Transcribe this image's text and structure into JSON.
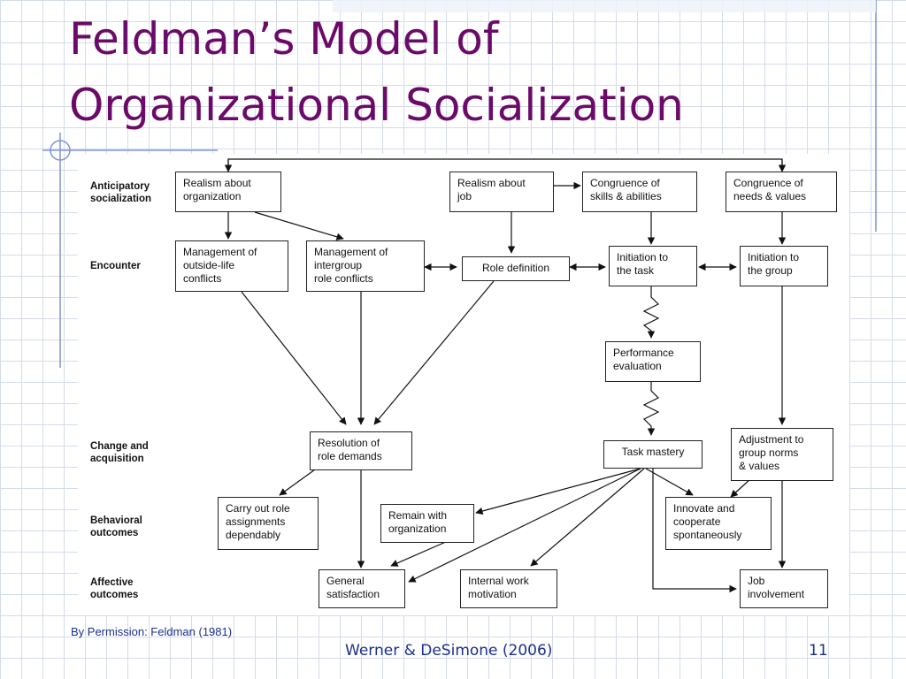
{
  "slide": {
    "title_line1": "Feldman’s Model of",
    "title_line2": "Organizational Socialization",
    "credit": "By Permission: Feldman (1981)",
    "footer": "Werner & DeSimone (2006)",
    "page_number": "11"
  },
  "colors": {
    "title": "#6b0a68",
    "footer_text": "#1b2f8f",
    "grid": "#d4dbe9",
    "accent_line": "#7f96cf"
  },
  "diagram": {
    "stages": [
      "Anticipatory\nsocialization",
      "Encounter",
      "Change and\nacquisition",
      "Behavioral\noutcomes",
      "Affective\noutcomes"
    ],
    "boxes": {
      "realism_org": "Realism about\norganization",
      "realism_job": "Realism about\njob",
      "congruence_skills": "Congruence of\nskills & abilities",
      "congruence_needs": "Congruence of\nneeds & values",
      "mgmt_outside": "Management of\noutside-life\nconflicts",
      "mgmt_intergroup": "Management of\nintergroup\nrole conflicts",
      "role_definition": "Role definition",
      "initiation_task": "Initiation to\nthe task",
      "initiation_group": "Initiation to\nthe group",
      "performance_eval": "Performance\nevaluation",
      "resolution": "Resolution of\nrole demands",
      "task_mastery": "Task mastery",
      "adjustment": "Adjustment to\ngroup norms\n& values",
      "carry_out": "Carry out role\nassignments\ndependably",
      "remain": "Remain with\norganization",
      "innovate": "Innovate and\ncooperate\nspontaneously",
      "general_satisfaction": "General\nsatisfaction",
      "internal_motivation": "Internal work\nmotivation",
      "job_involvement": "Job\ninvolvement"
    }
  }
}
